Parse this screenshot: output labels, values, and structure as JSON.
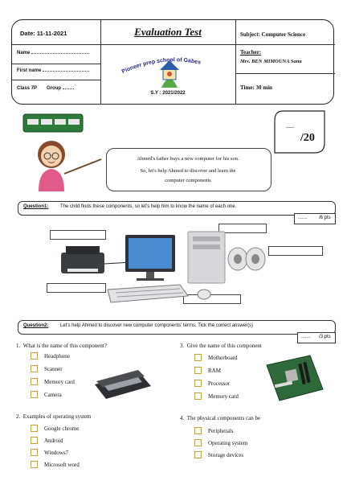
{
  "header": {
    "date": "Date: 11-11-2021",
    "title": "Evaluation Test",
    "subject": "Subject: Computer Science",
    "name_label": "Name",
    "first_name_label": "First name",
    "class_label": "Class 7P",
    "group_label": "Group",
    "school_name": "Pioneer prep school of Gabes",
    "school_year": "S.Y : 2021/2022",
    "teacher_label": "Teacher:",
    "teacher_name": "Mrs. BEN MIMOUNA Sana",
    "time": "Time: 30 min"
  },
  "score": {
    "dots": ".....",
    "total": "/20"
  },
  "intro": {
    "line1": "Ahmed's father buys a new computer for his son.",
    "line2": "So, let's help Ahmed to discover and learn the",
    "line3": "computer components"
  },
  "question1": {
    "label": "Question1:",
    "text": "The child finds these components, so let's help him to know the name of each one.",
    "points": "/6 pts"
  },
  "question2": {
    "label": "Question2:",
    "text": "Let's help Ahmed to discover new computer components' terms. Tick the correct answer(s)",
    "points": "/3 pts"
  },
  "items": [
    {
      "number": "1.",
      "question": "What is the name of this component?",
      "options": [
        "Headphone",
        "Scanner",
        "Memory card",
        "Camera"
      ]
    },
    {
      "number": "3.",
      "question": "Give the name of this component",
      "options": [
        "Motherboard",
        "RAM",
        "Processor",
        "Memory card"
      ]
    },
    {
      "number": "2.",
      "question": "Examples of operating system",
      "options": [
        "Google chrome",
        "Android",
        "Windows7",
        "Microsoft word"
      ]
    },
    {
      "number": "4.",
      "question": "The physical components can be",
      "options": [
        "Peripherals",
        "Operating system",
        "Storage devices"
      ]
    }
  ]
}
